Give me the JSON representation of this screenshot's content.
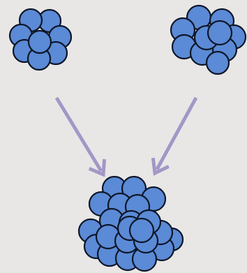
{
  "diagram": {
    "background": "#e8e7e6",
    "sphere_fill": "#5b8ad6",
    "sphere_stroke": "#0d1628",
    "arrow_color": "#a497c6",
    "clusters": [
      {
        "name": "small-cluster-left",
        "role": "reactant"
      },
      {
        "name": "small-cluster-right",
        "role": "reactant"
      },
      {
        "name": "large-cluster-merged",
        "role": "product"
      }
    ],
    "arrows": [
      {
        "name": "arrow-left-to-center",
        "from": "small-cluster-left",
        "to": "large-cluster-merged"
      },
      {
        "name": "arrow-right-to-center",
        "from": "small-cluster-right",
        "to": "large-cluster-merged"
      }
    ]
  }
}
